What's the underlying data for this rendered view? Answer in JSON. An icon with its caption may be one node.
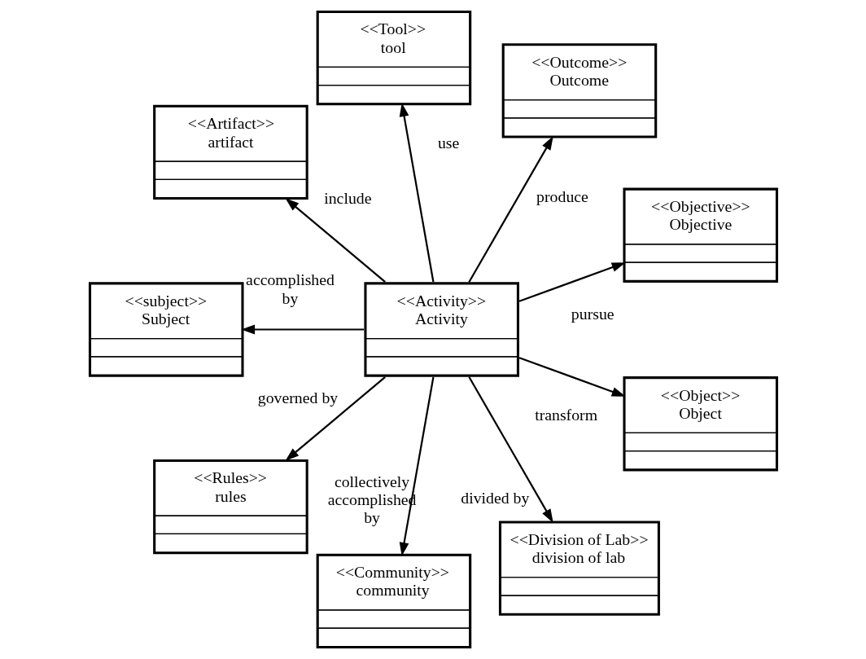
{
  "diagram": {
    "nodes": [
      {
        "text": [
          "<<Tool>>",
          "tool"
        ]
      },
      {
        "text": [
          "<<Outcome>>",
          "Outcome"
        ]
      },
      {
        "text": [
          "<<Artifact>>",
          "artifact"
        ]
      },
      {
        "text": [
          "<<Objective>>",
          "Objective"
        ]
      },
      {
        "text": [
          "<<subject>>",
          "Subject"
        ]
      },
      {
        "text": [
          "<<Activity>>",
          "Activity"
        ]
      },
      {
        "text": [
          "<<Object>>",
          "Object"
        ]
      },
      {
        "text": [
          "<<Rules>>",
          "rules"
        ]
      },
      {
        "text": [
          "<<Community>>",
          "community"
        ]
      },
      {
        "text": [
          "<<Division of Lab>>",
          "division of lab"
        ]
      }
    ],
    "edges": [
      {
        "from": 5,
        "to": 0,
        "arrow": "to",
        "label": "use"
      },
      {
        "from": 5,
        "to": 1,
        "arrow": "to",
        "label": "produce"
      },
      {
        "from": 5,
        "to": 2,
        "arrow": "to",
        "label": "include"
      },
      {
        "from": 5,
        "to": 3,
        "arrow": "to",
        "label": "pursue"
      },
      {
        "from": 5,
        "to": 4,
        "arrow": "to",
        "label": "accomplished by"
      },
      {
        "from": 5,
        "to": 6,
        "arrow": "to",
        "label": "transform"
      },
      {
        "from": 5,
        "to": 7,
        "arrow": "to",
        "label": "governed by"
      },
      {
        "from": 5,
        "to": 8,
        "arrow": "to",
        "label": "collectively accomplished by"
      },
      {
        "from": 5,
        "to": 9,
        "arrow": "to",
        "label": "divided by"
      }
    ]
  }
}
